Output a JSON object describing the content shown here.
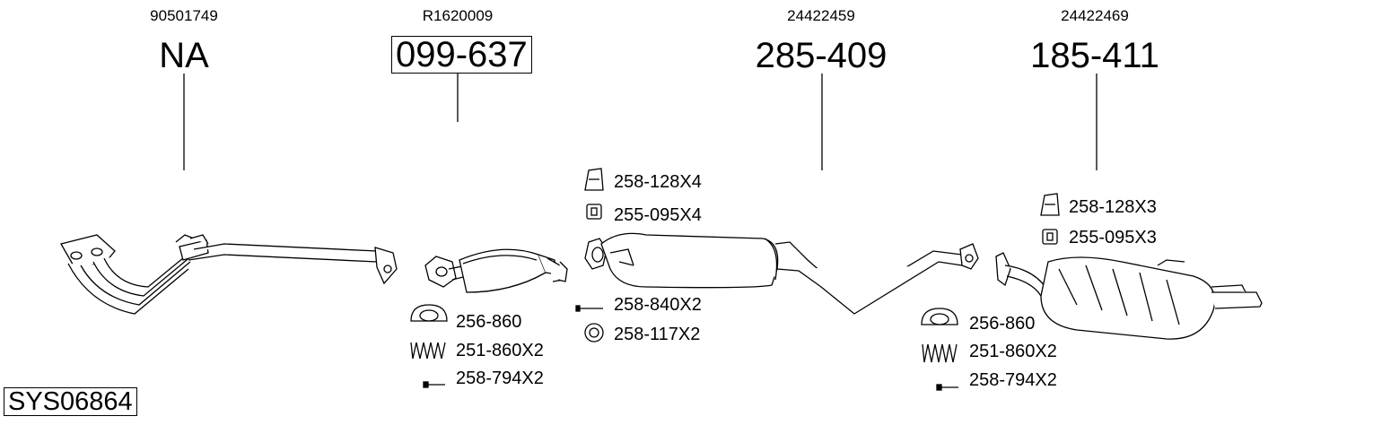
{
  "system_code": "SYS06864",
  "groups": [
    {
      "oem": "90501749",
      "part_number": "NA",
      "boxed": false
    },
    {
      "oem": "R1620009",
      "part_number": "099-637",
      "boxed": true
    },
    {
      "oem": "24422459",
      "part_number": "285-409",
      "boxed": false
    },
    {
      "oem": "24422469",
      "part_number": "185-411",
      "boxed": false
    }
  ],
  "accessories": {
    "center_top": [
      "258-128X4",
      "255-095X4"
    ],
    "center_bottom": [
      "258-840X2",
      "258-117X2"
    ],
    "left_bottom": [
      "256-860",
      "251-860X2",
      "258-794X2"
    ],
    "right_top": [
      "258-128X3",
      "255-095X3"
    ],
    "right_bottom": [
      "256-860",
      "251-860X2",
      "258-794X2"
    ]
  },
  "icons": [
    "mounting-rubber-icon",
    "rubber-block-icon",
    "bolt-icon",
    "ring-gasket-icon",
    "flange-gasket-icon",
    "spring-icon"
  ]
}
